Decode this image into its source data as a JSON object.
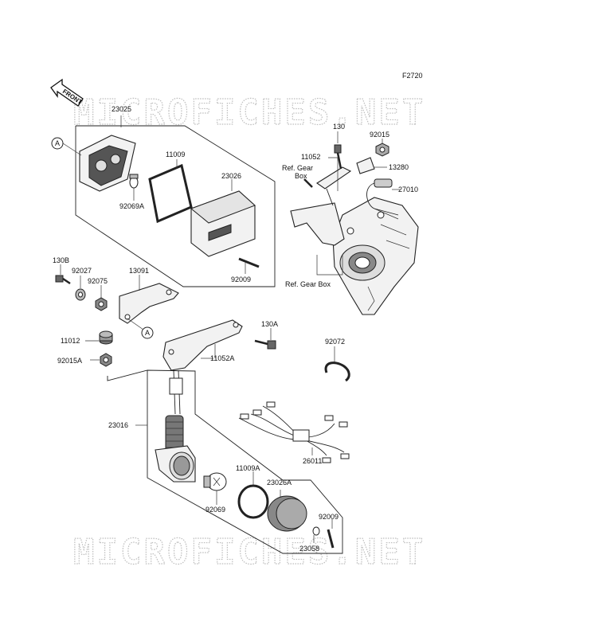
{
  "figure_code": "F2720",
  "front_label": "FRONT",
  "watermark": "MICROFICHES.NET",
  "callout_a": "A",
  "labels": {
    "p23025": "23025",
    "p11009": "11009",
    "p23026": "23026",
    "p92069A": "92069A",
    "p92009_top": "92009",
    "p130": "130",
    "p92015": "92015",
    "p11052": "11052",
    "p13280": "13280",
    "ref_gear_box_small_1": "Ref. Gear",
    "ref_gear_box_small_2": "Box",
    "p27010": "27010",
    "ref_gear_box": "Ref. Gear Box",
    "p130B": "130B",
    "p92027": "92027",
    "p92075": "92075",
    "p13091": "13091",
    "p130A": "130A",
    "p11012": "11012",
    "p92015A": "92015A",
    "p11052A": "11052A",
    "p92072": "92072",
    "p23016": "23016",
    "p26011": "26011",
    "p11009A": "11009A",
    "p23026A": "23026A",
    "p92069": "92069",
    "p92009_bot": "92009",
    "p23058": "23058"
  }
}
